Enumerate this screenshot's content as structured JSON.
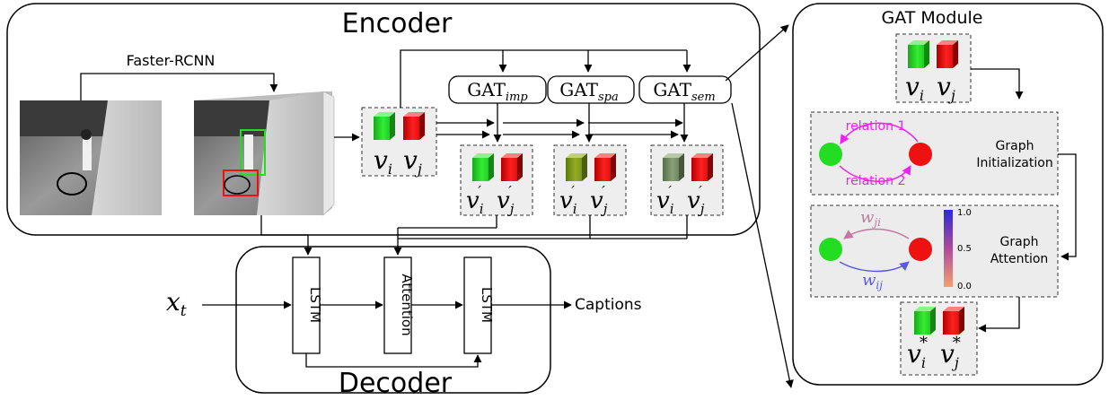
{
  "encoder": {
    "title": "Encoder",
    "detector_label": "Faster-RCNN",
    "gat_boxes": [
      {
        "base": "GAT",
        "sub": "imp"
      },
      {
        "base": "GAT",
        "sub": "spa"
      },
      {
        "base": "GAT",
        "sub": "sem"
      }
    ],
    "input_nodes": {
      "i": "v",
      "i_sub": "i",
      "j": "v",
      "j_sub": "j"
    },
    "output_nodes": {
      "i": "v",
      "i_sub": "i",
      "j": "v",
      "j_sub": "j",
      "prime": "′"
    }
  },
  "decoder": {
    "title": "Decoder",
    "input_symbol": "x",
    "input_sub": "t",
    "blocks": [
      "LSTM",
      "Attention",
      "LSTM"
    ],
    "output_label": "Captions"
  },
  "gat_module": {
    "title": "GAT Module",
    "init_panel": {
      "label_line1": "Graph",
      "label_line2": "Initialization",
      "relation_top": "relation 1",
      "relation_bottom": "relation 2"
    },
    "attention_panel": {
      "label_line1": "Graph",
      "label_line2": "Attention",
      "w_top": "w",
      "w_top_sub": "ji",
      "w_bottom": "w",
      "w_bottom_sub": "ij",
      "colorbar_ticks": [
        "1.0",
        "0.5",
        "0.0"
      ]
    },
    "final_nodes": {
      "i": "v",
      "i_sub": "i",
      "j": "v",
      "j_sub": "j",
      "star": "*"
    }
  },
  "colors": {
    "node_green": "#22dd22",
    "node_red": "#ee1111",
    "node_olive": "#88a020",
    "node_gray": "#7a8f6a",
    "magenta": "#ee22ee",
    "attention_top_edge": "#c07aa0",
    "attention_bottom_edge": "#5a5ae8",
    "panel_bg": "#ececec"
  }
}
